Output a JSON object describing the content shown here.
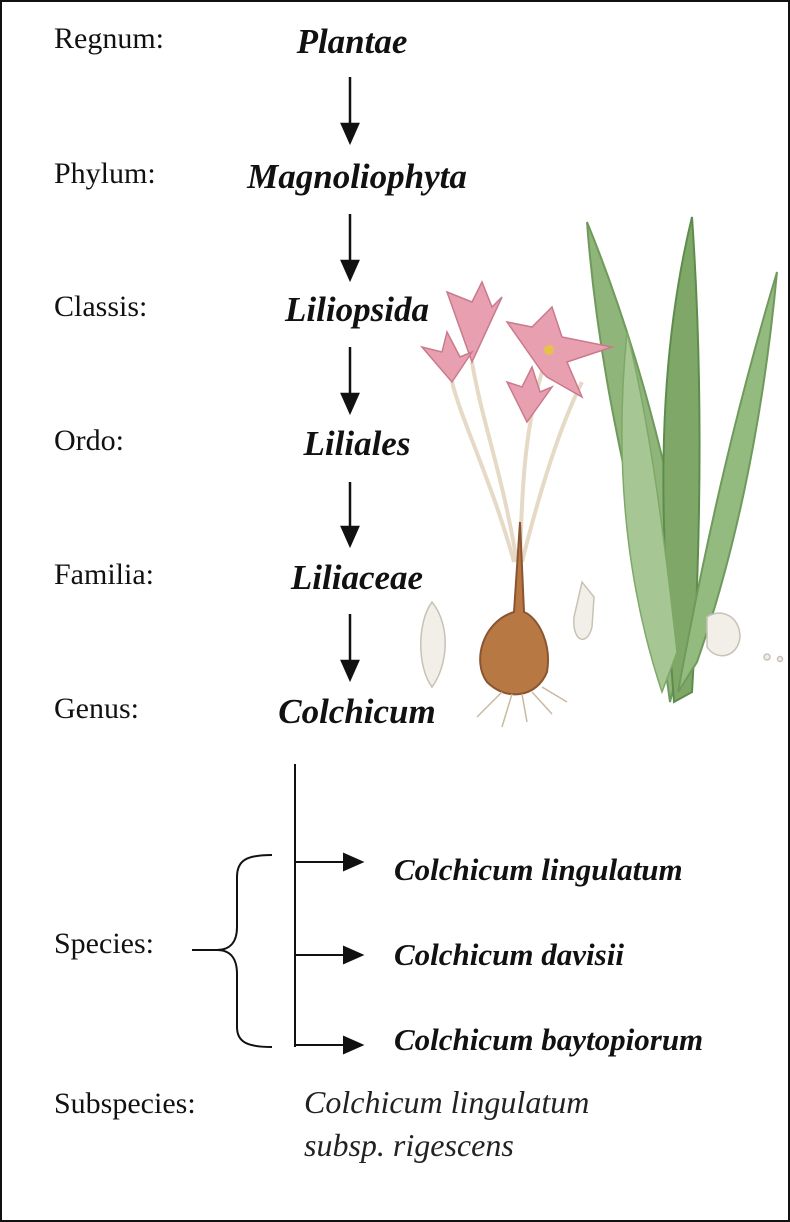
{
  "ranks": [
    {
      "rank": "Regnum:",
      "taxon": "Plantae"
    },
    {
      "rank": "Phylum:",
      "taxon": "Magnoliophyta"
    },
    {
      "rank": "Classis:",
      "taxon": "Liliopsida"
    },
    {
      "rank": "Ordo:",
      "taxon": "Liliales"
    },
    {
      "rank": "Familia:",
      "taxon": "Liliaceae"
    },
    {
      "rank": "Genus:",
      "taxon": "Colchicum"
    }
  ],
  "species_rank": "Species:",
  "species": [
    "Colchicum lingulatum",
    "Colchicum davisii",
    "Colchicum baytopiorum"
  ],
  "subspecies_rank": "Subspecies:",
  "subspecies": {
    "line1": "Colchicum lingulatum",
    "line2": "subsp. rigescens"
  },
  "colors": {
    "petal": "#e8a0b0",
    "leaf": "#7fa868",
    "bulb": "#a8683a",
    "line": "#111111"
  }
}
